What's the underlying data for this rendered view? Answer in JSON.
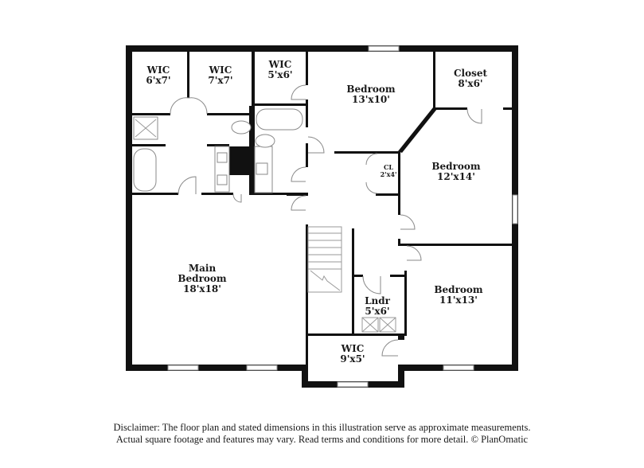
{
  "floorplan": {
    "rooms": [
      {
        "id": "wic-1",
        "name": "WIC",
        "dims": "6'x7'"
      },
      {
        "id": "wic-2",
        "name": "WIC",
        "dims": "7'x7'"
      },
      {
        "id": "wic-3",
        "name": "WIC",
        "dims": "5'x6'"
      },
      {
        "id": "bedroom-1",
        "name": "Bedroom",
        "dims": "13'x10'"
      },
      {
        "id": "closet",
        "name": "Closet",
        "dims": "8'x6'"
      },
      {
        "id": "cl",
        "name": "CL",
        "dims": "2'x4'"
      },
      {
        "id": "bedroom-2",
        "name": "Bedroom",
        "dims": "12'x14'"
      },
      {
        "id": "main-bedroom",
        "name": "Main",
        "name2": "Bedroom",
        "dims": "18'x18'"
      },
      {
        "id": "laundry",
        "name": "Lndr",
        "dims": "5'x6'"
      },
      {
        "id": "bedroom-3",
        "name": "Bedroom",
        "dims": "11'x13'"
      },
      {
        "id": "wic-4",
        "name": "WIC",
        "dims": "9'x5'"
      }
    ],
    "colors": {
      "wall": "#111111",
      "fixture": "#8a8a8a",
      "background": "#ffffff"
    }
  },
  "disclaimer": {
    "line1": "Disclaimer: The floor plan and stated dimensions in this illustration serve as approximate measurements.",
    "line2": "Actual square footage and features may vary. Read terms and conditions for more detail. © PlanOmatic"
  }
}
